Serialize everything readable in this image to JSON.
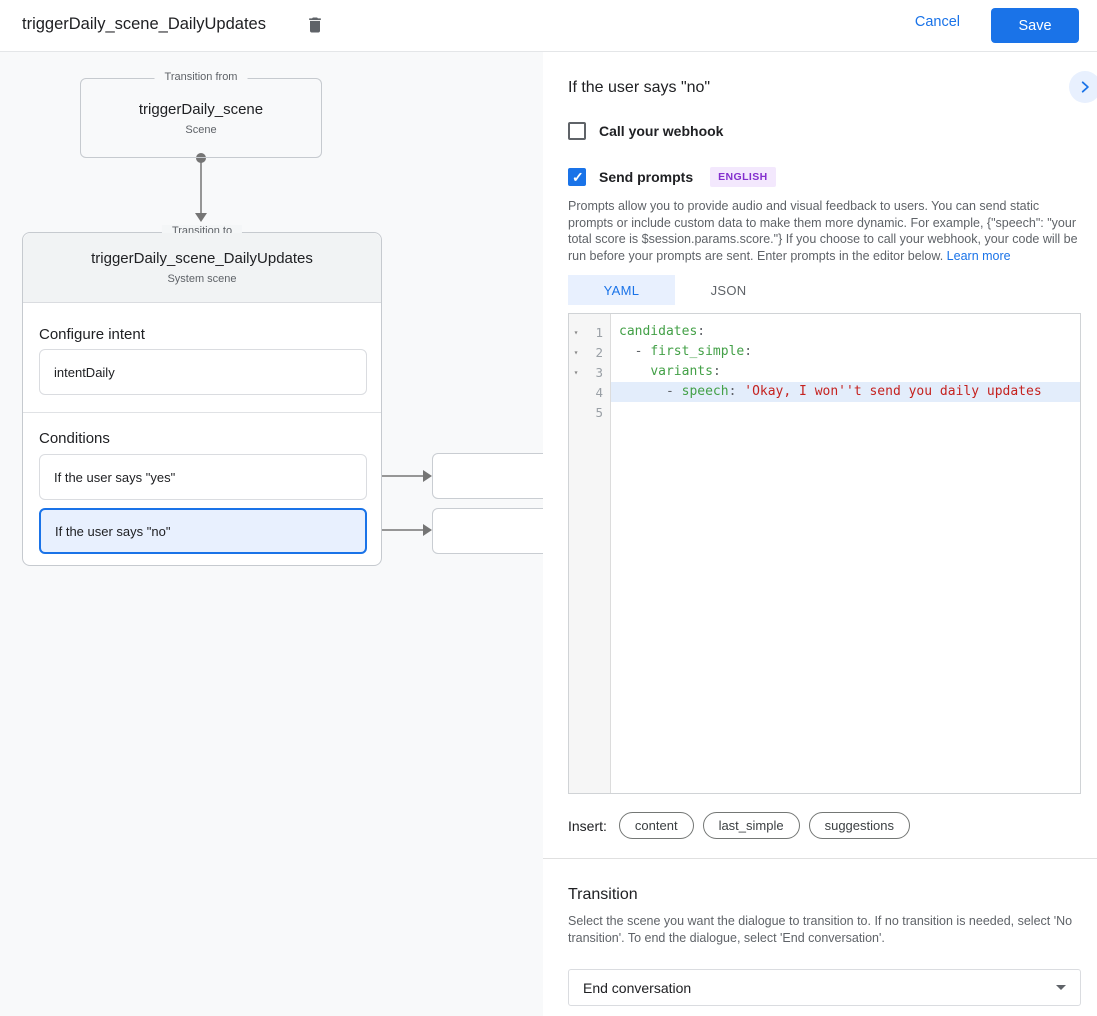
{
  "colors": {
    "accent_blue": "#1a73e8",
    "selected_fill": "#e8f0fe",
    "badge_purple_bg": "#f3e8fd",
    "badge_purple_text": "#8430ce",
    "code_key_green": "#43a047",
    "code_string_red": "#c5221f",
    "active_line_blue": "#e3edfb",
    "canvas_bg": "#f8f9fa",
    "card_header_bg": "#f1f3f4"
  },
  "header": {
    "title": "triggerDaily_scene_DailyUpdates",
    "cancel_label": "Cancel",
    "save_label": "Save"
  },
  "canvas": {
    "from_box": {
      "legend": "Transition from",
      "title": "triggerDaily_scene",
      "subtitle": "Scene"
    },
    "to_card": {
      "legend": "Transition to",
      "title": "triggerDaily_scene_DailyUpdates",
      "subtitle": "System scene",
      "configure_intent_label": "Configure intent",
      "intent_value": "intentDaily",
      "conditions_label": "Conditions",
      "conditions": [
        {
          "label": "If the user says \"yes\"",
          "selected": false
        },
        {
          "label": "If the user says \"no\"",
          "selected": true
        }
      ]
    }
  },
  "panel": {
    "title": "If the user says \"no\"",
    "webhook_checkbox": {
      "label": "Call your webhook",
      "checked": false
    },
    "prompts_checkbox": {
      "label": "Send prompts",
      "checked": true,
      "badge": "ENGLISH"
    },
    "description": "Prompts allow you to provide audio and visual feedback to users. You can send static prompts or include custom data to make them more dynamic. For example, {\"speech\": \"your total score is $session.params.score.\"} If you choose to call your webhook, your code will be run before your prompts are sent. Enter prompts in the editor below. ",
    "learn_more_label": "Learn more",
    "tabs": [
      {
        "label": "YAML",
        "active": true
      },
      {
        "label": "JSON",
        "active": false
      }
    ],
    "editor": {
      "active_line": 4,
      "lines": [
        {
          "number": 1,
          "foldable": true,
          "tokens": [
            {
              "text": "candidates",
              "type": "key"
            },
            {
              "text": ":",
              "type": "punc"
            }
          ]
        },
        {
          "number": 2,
          "foldable": true,
          "tokens": [
            {
              "text": "  ",
              "type": "plain"
            },
            {
              "text": "- ",
              "type": "punc"
            },
            {
              "text": "first_simple",
              "type": "key"
            },
            {
              "text": ":",
              "type": "punc"
            }
          ]
        },
        {
          "number": 3,
          "foldable": true,
          "tokens": [
            {
              "text": "    ",
              "type": "plain"
            },
            {
              "text": "variants",
              "type": "key"
            },
            {
              "text": ":",
              "type": "punc"
            }
          ]
        },
        {
          "number": 4,
          "foldable": false,
          "tokens": [
            {
              "text": "      ",
              "type": "plain"
            },
            {
              "text": "- ",
              "type": "punc"
            },
            {
              "text": "speech",
              "type": "key"
            },
            {
              "text": ": ",
              "type": "punc"
            },
            {
              "text": "'Okay, I won''t send you daily updates",
              "type": "str"
            }
          ]
        },
        {
          "number": 5,
          "foldable": false,
          "tokens": []
        }
      ]
    },
    "insert_label": "Insert:",
    "insert_chips": [
      "content",
      "last_simple",
      "suggestions"
    ],
    "transition": {
      "heading": "Transition",
      "description": "Select the scene you want the dialogue to transition to. If no transition is needed, select 'No transition'. To end the dialogue, select 'End conversation'.",
      "selected_value": "End conversation"
    }
  }
}
